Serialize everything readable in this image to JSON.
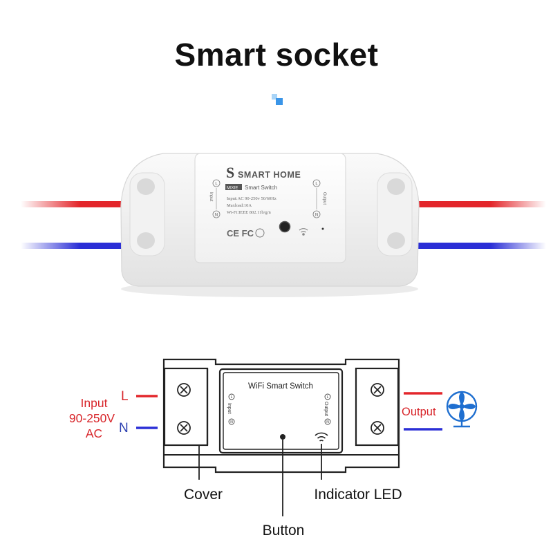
{
  "title": "Smart socket",
  "device": {
    "brand": "SMART HOME",
    "model_badge": "MIXIE",
    "model_name": "Smart Switch",
    "spec_input": "Input:AC 90-250v 50/60Hz",
    "spec_maxload": "Maxload:10A",
    "spec_wifi": "Wi-Fi:IEEE 802.11b/g/n",
    "side_input": "Input",
    "side_output": "Output",
    "terminal_l": "L",
    "terminal_n": "N",
    "cert_marks": "CE FC"
  },
  "diagram": {
    "module_label": "WiFi Smart Switch",
    "line_l": "L",
    "line_n": "N",
    "input_label_1": "Input",
    "input_label_2": "90-250V",
    "input_label_3": "AC",
    "output_label": "Output",
    "mini_input": "Input",
    "mini_output": "Output",
    "mini_l": "L",
    "mini_n": "N",
    "callout_cover": "Cover",
    "callout_indicator": "Indicator LED",
    "callout_button": "Button"
  },
  "colors": {
    "live_wire": "#e3262b",
    "neutral_wire": "#2b2fd6",
    "label_red": "#d8262b",
    "label_blue": "#2b3fb0",
    "fan_blue": "#1f6fd0"
  },
  "icons": [
    "wifi-icon",
    "fan-icon",
    "screw-icon"
  ]
}
